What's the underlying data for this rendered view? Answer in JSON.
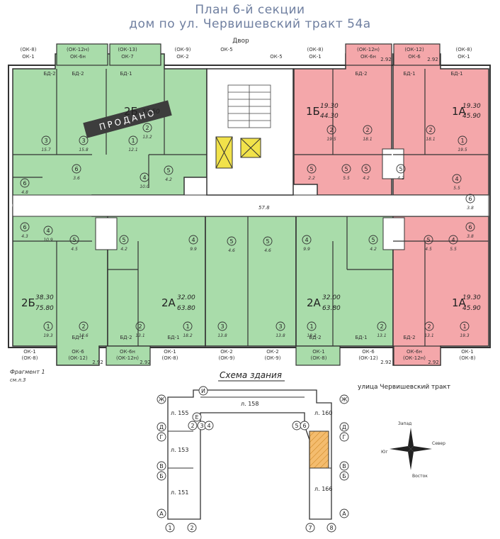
{
  "header": {
    "line1": "План 6-й секции",
    "line2": "дом по ул. Червишевский тракт 54а"
  },
  "yard_label": "Двор",
  "street_label": "улица Червишевский тракт",
  "scheme_title": "Схема здания",
  "fragment_label": "Фрагмент 1",
  "fragment_sub": "см.л.3",
  "sold_label": "ПРОДАНО",
  "apartments": [
    {
      "type": "2Б",
      "area_live": "33.50",
      "area_total": "",
      "status": "sold",
      "color": "#a9dcaa"
    },
    {
      "type": "1Б",
      "area_live": "19.30",
      "area_total": "44.30",
      "status": "free",
      "color": "#f4a7aa"
    },
    {
      "type": "1А",
      "area_live": "19.30",
      "area_total": "45.90",
      "status": "free",
      "color": "#f4a7aa"
    },
    {
      "type": "2Б",
      "area_live": "38.30",
      "area_total": "75.80",
      "status": "sold",
      "color": "#a9dcaa"
    },
    {
      "type": "2А",
      "area_live": "32.00",
      "area_total": "63.80",
      "status": "sold",
      "color": "#a9dcaa"
    },
    {
      "type": "2А",
      "area_live": "32.00",
      "area_total": "63.80",
      "status": "sold",
      "color": "#a9dcaa"
    },
    {
      "type": "1А",
      "area_live": "19.30",
      "area_total": "45.90",
      "status": "free",
      "color": "#f4a7aa"
    }
  ],
  "window_tags_top": [
    "(ОК-8)",
    "ОК-1",
    "(ОК-12н)",
    "ОК-6н",
    "(ОК-13)",
    "ОК-7",
    "(ОК-9)",
    "ОК-2",
    "ОК-5",
    "ОК-5",
    "(ОК-8)",
    "ОК-1",
    "(ОК-12н)",
    "ОК-6н",
    "(ОК-12)",
    "ОК-6",
    "(ОК-8)",
    "ОК-1"
  ],
  "window_tags_bottom": [
    "ОК-1",
    "(ОК-8)",
    "ОК-6",
    "(ОК-12)",
    "ОК-6н",
    "(ОК-12н)",
    "ОК-1",
    "(ОК-8)",
    "ОК-2",
    "(ОК-9)",
    "ОК-2",
    "(ОК-9)",
    "ОК-1",
    "(ОК-8)",
    "ОК-6",
    "(ОК-12)",
    "ОК-6н",
    "(ОК-12н)",
    "ОК-1",
    "(ОК-8)"
  ],
  "balcony_tags": [
    "БД-2",
    "БД-1",
    "БД-2",
    "БД-1",
    "БД-1",
    "БД-2",
    "БД-1",
    "БД-2",
    "БД-2",
    "БД-1",
    "БД-2",
    "БД-1"
  ],
  "balcony_area": "2.92",
  "room_numbers": [
    "1",
    "2",
    "3",
    "4",
    "5",
    "6",
    "7"
  ],
  "room_areas": [
    "15.7",
    "15.8",
    "12.1",
    "13.2",
    "10.0",
    "4.2",
    "4.8",
    "3.6",
    "4.3",
    "10.9",
    "4.5",
    "4.2",
    "9.9",
    "4.6",
    "4.6",
    "9.9",
    "4.2",
    "4.5",
    "19.5",
    "18.1",
    "18.1",
    "19.5",
    "19.3",
    "19.3",
    "18.6",
    "13.1",
    "18.2",
    "13.8",
    "13.8",
    "18.2",
    "13.1",
    "13.1",
    "2.2",
    "5.5",
    "4.2",
    "4.2",
    "5.5",
    "3.8",
    "3.8",
    "5.5",
    "57.8"
  ],
  "grid_axes": {
    "letters": [
      "Ж",
      "Е",
      "Д",
      "Г",
      "В",
      "Б",
      "А",
      "И"
    ],
    "numbers": [
      "1",
      "2",
      "3",
      "4",
      "5",
      "6",
      "7",
      "8"
    ]
  },
  "scheme_sections": [
    "л. 155",
    "л. 153",
    "л. 151",
    "л. 158",
    "л. 160",
    "л. 166"
  ],
  "compass": [
    "Запад",
    "Север",
    "Восток",
    "Юг"
  ]
}
